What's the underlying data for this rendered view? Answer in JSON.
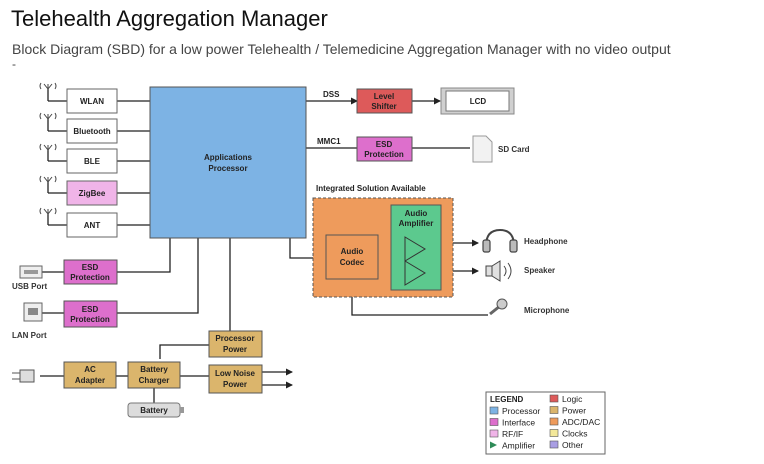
{
  "title": "Telehealth Aggregation Manager",
  "subtitle": "Block Diagram (SBD) for a low power Telehealth / Telemedicine Aggregation Manager with no video output",
  "dash": "-",
  "colors": {
    "processor": "#7db3e4",
    "interface": "#dd6fcc",
    "rf_if": "#f0b4e8",
    "amplifier": "#5cc98e",
    "logic": "#dd5a5a",
    "power": "#dbb56c",
    "adc_dac": "#ee9b5c",
    "clocks": "#f3e89a",
    "other": "#a99ee3",
    "plain": "#ffffff"
  },
  "blocks": {
    "wlan": "WLAN",
    "bluetooth": "Bluetooth",
    "ble": "BLE",
    "zigbee": "ZigBee",
    "ant": "ANT",
    "applications_processor": [
      "Applications",
      "Processor"
    ],
    "level_shifter": [
      "Level",
      "Shifter"
    ],
    "lcd": "LCD",
    "esd_sd": [
      "ESD",
      "Protection"
    ],
    "esd_usb": [
      "ESD",
      "Protection"
    ],
    "esd_lan": [
      "ESD",
      "Protection"
    ],
    "audio_codec": [
      "Audio",
      "Codec"
    ],
    "audio_amplifier": [
      "Audio",
      "Amplifier"
    ],
    "processor_power": [
      "Processor",
      "Power"
    ],
    "low_noise_power": [
      "Low Noise",
      "Power"
    ],
    "ac_adapter": [
      "AC",
      "Adapter"
    ],
    "battery_charger": [
      "Battery",
      "Charger"
    ],
    "battery": "Battery"
  },
  "signals": {
    "dss": "DSS",
    "mmc1": "MMC1"
  },
  "integrated_label": "Integrated Solution Available",
  "external": {
    "sd_card": "SD Card",
    "headphone": "Headphone",
    "speaker": "Speaker",
    "microphone": "Microphone",
    "usb_port": "USB Port",
    "lan_port": "LAN Port"
  },
  "legend": {
    "title": "LEGEND",
    "left": [
      {
        "label": "Processor",
        "color": "#7db3e4"
      },
      {
        "label": "Interface",
        "color": "#dd6fcc"
      },
      {
        "label": "RF/IF",
        "color": "#f0b4e8"
      },
      {
        "label": "Amplifier",
        "color": "#2e8b57"
      }
    ],
    "right": [
      {
        "label": "Logic",
        "color": "#dd5a5a"
      },
      {
        "label": "Power",
        "color": "#dbb56c"
      },
      {
        "label": "ADC/DAC",
        "color": "#ee9b5c"
      },
      {
        "label": "Clocks",
        "color": "#f3e89a"
      },
      {
        "label": "Other",
        "color": "#a99ee3"
      }
    ]
  }
}
